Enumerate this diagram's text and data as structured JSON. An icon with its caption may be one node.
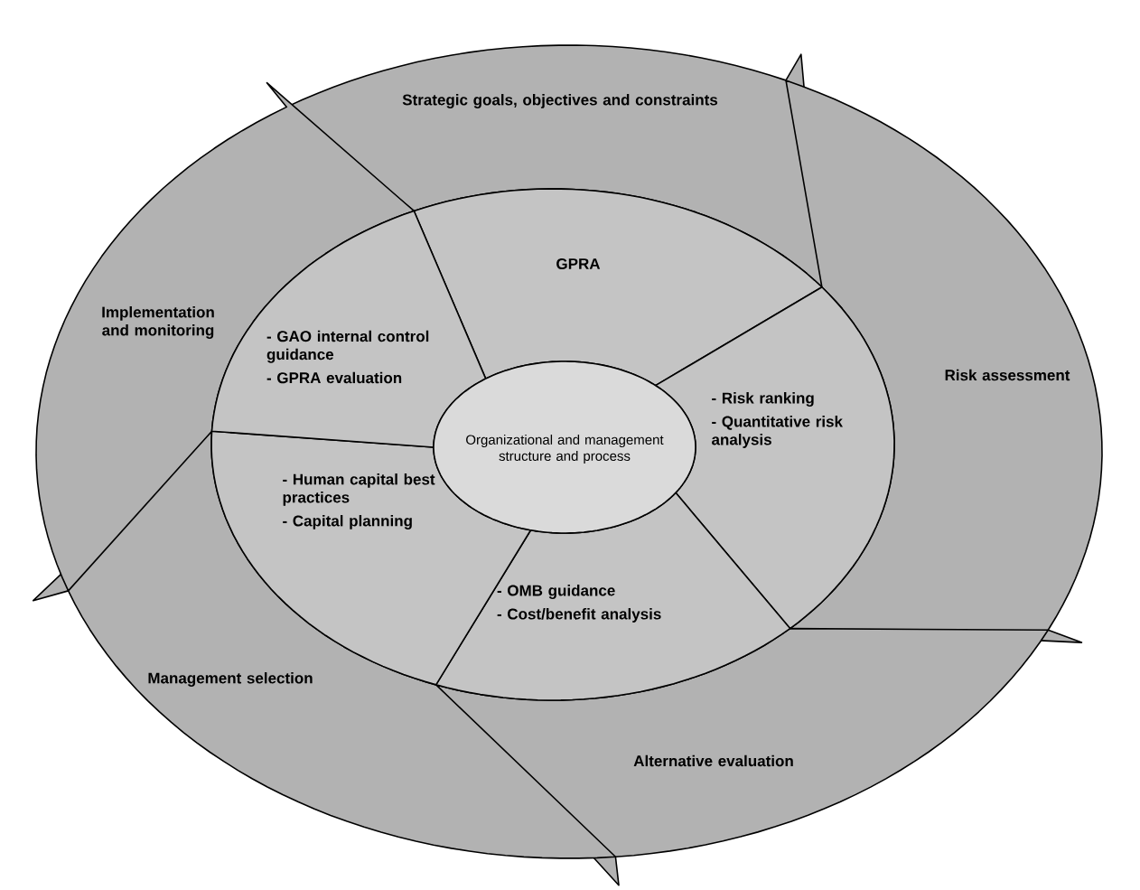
{
  "diagram": {
    "nodes": [
      {
        "text": [
          "Strategic goals, objectives and constraints"
        ]
      },
      {
        "text": [
          "Risk assessment"
        ]
      },
      {
        "text": [
          "Alternative evaluation"
        ]
      },
      {
        "text": [
          "Management selection"
        ]
      },
      {
        "text": [
          "Implementation and monitoring"
        ]
      },
      {
        "text": [
          "GPRA"
        ]
      },
      {
        "text": [
          "- Risk ranking",
          "- Quantitative risk analysis"
        ]
      },
      {
        "text": [
          "- OMB guidance",
          "- Cost/benefit analysis"
        ]
      },
      {
        "text": [
          "- Human capital best practices",
          "- Capital planning"
        ]
      },
      {
        "text": [
          "- GAO internal control guidance",
          "- GPRA evaluation"
        ]
      },
      {
        "text": [
          "Organizational and management structure and process"
        ]
      }
    ]
  }
}
